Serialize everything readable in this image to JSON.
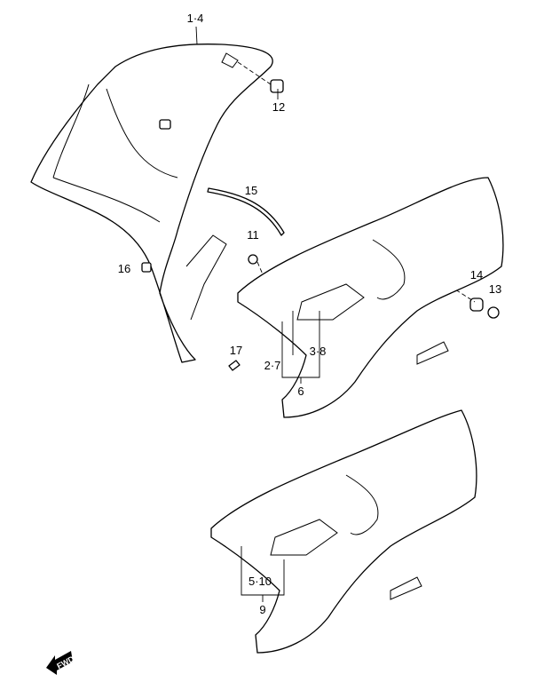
{
  "diagram": {
    "callouts": {
      "c1_4": "1·4",
      "c12": "12",
      "c15": "15",
      "c11": "11",
      "c16": "16",
      "c17": "17",
      "c14": "14",
      "c13": "13",
      "c2_7": "2·7",
      "c3_8": "3·8",
      "c6": "6",
      "c5_10": "5·10",
      "c9": "9"
    },
    "fwd_label": "FWD"
  }
}
